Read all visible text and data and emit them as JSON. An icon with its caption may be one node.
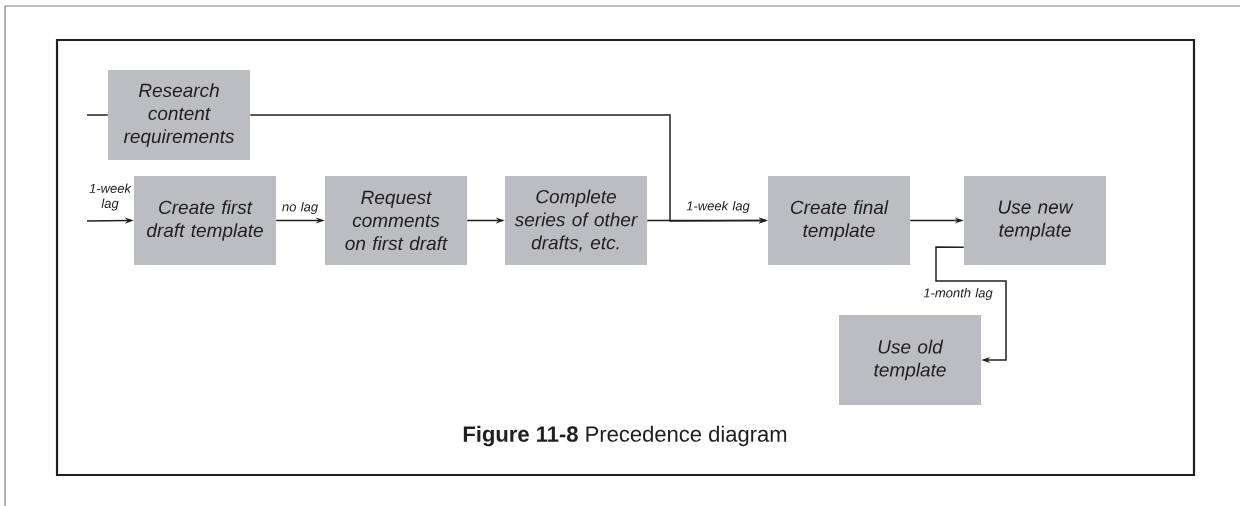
{
  "diagram": {
    "caption": "**Figure 11-8**  Precedence diagram",
    "nodes": [
      {
        "text": [
          "Research content requirements"
        ]
      },
      {
        "text": [
          "Create first draft template"
        ]
      },
      {
        "text": [
          "Request comments on first draft"
        ]
      },
      {
        "text": [
          "Complete series of other drafts, etc."
        ]
      },
      {
        "text": [
          "Create final template"
        ]
      },
      {
        "text": [
          "Use new template"
        ]
      },
      {
        "text": [
          "Use old template"
        ]
      }
    ],
    "edges": [
      {
        "from": null,
        "to": 1,
        "arrow": "to",
        "label": "1-week lag"
      },
      {
        "from": 1,
        "to": 2,
        "arrow": "to",
        "label": "no lag"
      },
      {
        "from": 2,
        "to": 3,
        "arrow": "to"
      },
      {
        "from": null,
        "to": 0,
        "arrow": "none"
      },
      {
        "from": 0,
        "to": 4,
        "arrow": "to"
      },
      {
        "from": 3,
        "to": 4,
        "arrow": "to",
        "label": "1-week lag"
      },
      {
        "from": 4,
        "to": 5,
        "arrow": "to"
      },
      {
        "from": 5,
        "to": 6,
        "arrow": "to",
        "label": "1-month lag"
      }
    ]
  }
}
